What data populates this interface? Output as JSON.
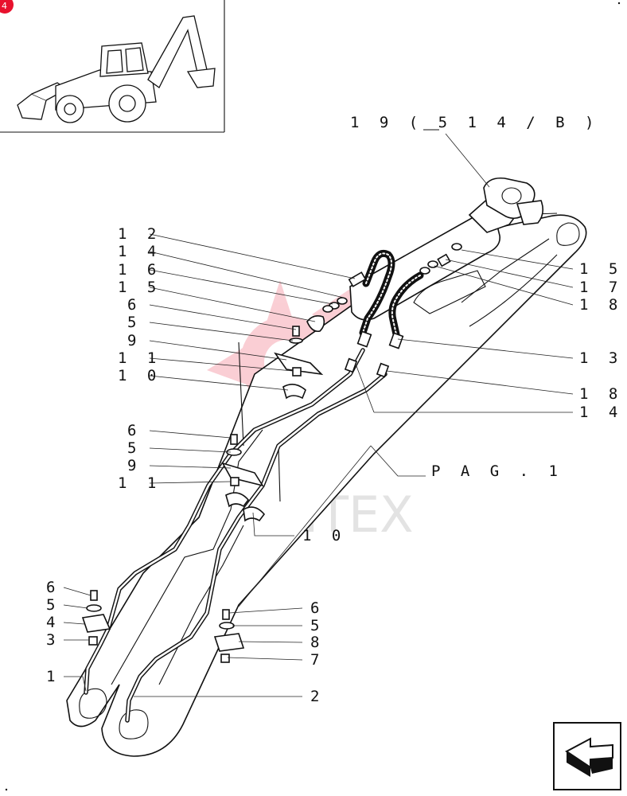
{
  "badge": {
    "text": "4",
    "color": "#e8112d"
  },
  "watermark": {
    "text": "MHTEX",
    "color": "#e8112d"
  },
  "ref_label": "1 9 ( 5 1 4 / B )",
  "page_ref_label": "P A G .   1",
  "labels": {
    "left_12": "1 2",
    "left_14": "1 4",
    "left_16": "1 6",
    "left_15": "1 5",
    "left_6": "6",
    "left_5": "5",
    "left_9": "9",
    "left_11": "1 1",
    "left_10": "1 0",
    "mid_6": "6",
    "mid_5": "5",
    "mid_9": "9",
    "mid_11": "1 1",
    "mid_10": "1 0",
    "low_6": "6",
    "low_5": "5",
    "low_4": "4",
    "low_3": "3",
    "low_1": "1",
    "rlow_6": "6",
    "rlow_5": "5",
    "rlow_8": "8",
    "rlow_7": "7",
    "rlow_2": "2",
    "right_15": "1 5",
    "right_17": "1 7",
    "right_18a": "1 8",
    "right_13": "1 3",
    "right_18b": "1 8",
    "right_14": "1 4"
  },
  "nav": {
    "icon": "arrow-back-icon"
  }
}
